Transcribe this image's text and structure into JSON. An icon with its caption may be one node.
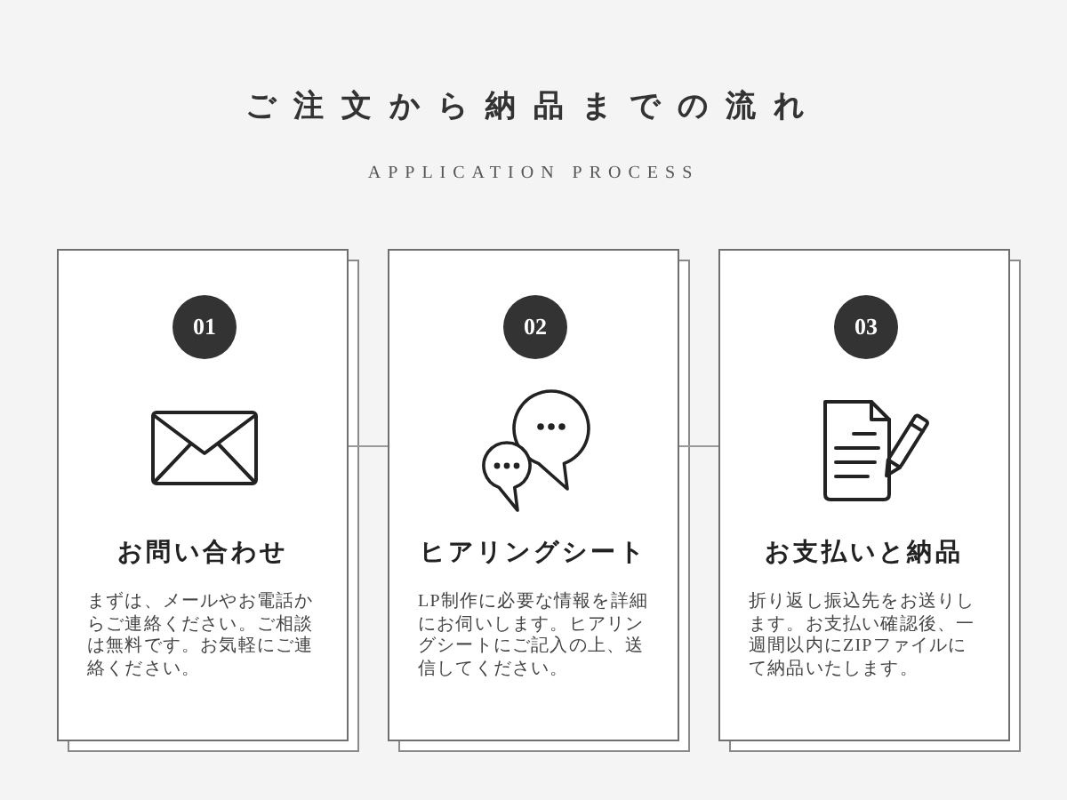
{
  "diagram": {
    "title": "ご注文から納品までの流れ",
    "nodes": [
      {
        "text": [
          "お問い合わせ",
          "まずは、メールやお電話からご連絡ください。ご相談は無料です。お気軽にご連絡ください。"
        ]
      },
      {
        "text": [
          "01"
        ],
        "in": 0
      },
      {
        "text": [
          "ヒアリングシート",
          "LP制作に必要な情報を詳細にお伺いします。ヒアリングシートにご記入の上、送信してください。"
        ]
      },
      {
        "text": [
          "02"
        ],
        "in": 2
      },
      {
        "text": [
          "お支払いと納品",
          "折り返し振込先をお送りします。お支払い確認後、一週間以内にZIPファイルにて納品いたします。"
        ]
      },
      {
        "text": [
          "03"
        ],
        "in": 4
      }
    ],
    "edges": [
      {
        "from": 0,
        "to": 2,
        "arrow": "none"
      },
      {
        "from": 2,
        "to": 4,
        "arrow": "none"
      }
    ],
    "labels": [
      "APPLICATION PROCESS"
    ]
  }
}
